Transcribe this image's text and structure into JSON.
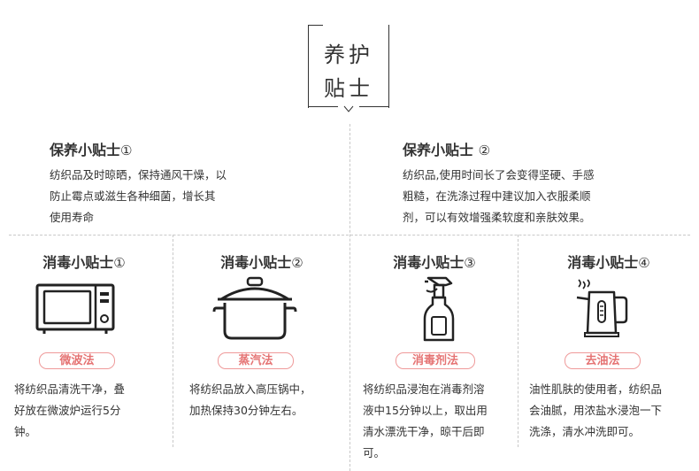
{
  "title": {
    "line1": "养护",
    "line2": "贴士"
  },
  "care_tips": [
    {
      "title": "保养小贴士",
      "num": "①",
      "lines": [
        "纺织品及时晾晒，保持通风干燥，以",
        "防止霉点或滋生各种细菌，增长其",
        "使用寿命"
      ]
    },
    {
      "title": "保养小贴士",
      "num": "②",
      "lines": [
        "纺织品,使用时间长了会变得坚硬、手感",
        "粗糙，在洗涤过程中建议加入衣服柔顺",
        "剂，可以有效增强柔软度和亲肤效果。"
      ]
    }
  ],
  "disinfect_tips": [
    {
      "title": "消毒小贴士",
      "num": "①",
      "icon": "microwave-icon",
      "method": "微波法",
      "lines": [
        "将纺织品清洗干净，叠",
        "好放在微波炉运行5分",
        "钟。"
      ]
    },
    {
      "title": "消毒小贴士",
      "num": "②",
      "icon": "pot-icon",
      "method": "蒸汽法",
      "lines": [
        "将纺织品放入高压锅中，",
        "加热保持30分钟左右。"
      ]
    },
    {
      "title": "消毒小贴士",
      "num": "③",
      "icon": "spray-bottle-icon",
      "method": "消毒剂法",
      "lines": [
        "将纺织品浸泡在消毒剂溶",
        "液中15分钟以上，取出用",
        "清水漂洗干净，晾干后即",
        "可。"
      ]
    },
    {
      "title": "消毒小贴士",
      "num": "④",
      "icon": "kettle-icon",
      "method": "去油法",
      "lines": [
        "油性肌肤的使用者，纺织品",
        "会油腻，用浓盐水浸泡一下",
        "洗涤，清水冲洗即可。"
      ]
    }
  ],
  "colors": {
    "accent": "#e57373",
    "pill_border": "#ef9a9a",
    "text": "#333333",
    "divider": "#c8c8c8"
  }
}
